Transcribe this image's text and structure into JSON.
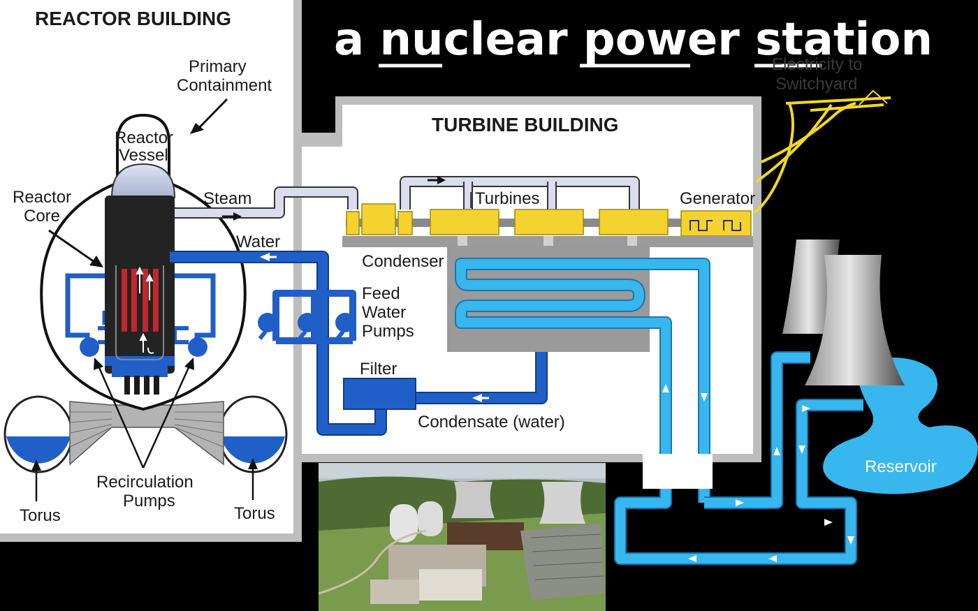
{
  "title": {
    "w1": "a ",
    "w2": "nu",
    "w3": "clear ",
    "w4": "pow",
    "w5": "er ",
    "w6": "sta",
    "w7": "tion"
  },
  "reactor_building": {
    "heading": "REACTOR BUILDING",
    "primary_containment": [
      "Primary",
      "Containment"
    ],
    "reactor_vessel": [
      "Reactor",
      "Vessel"
    ],
    "reactor_core": [
      "Reactor",
      "Core"
    ],
    "steam": "Steam",
    "water": "Water",
    "recirculation_pumps": [
      "Recirculation",
      "Pumps"
    ],
    "torus_left": "Torus",
    "torus_right": "Torus"
  },
  "turbine_building": {
    "heading": "TURBINE BUILDING",
    "turbines": "Turbines",
    "generator": "Generator",
    "condenser": "Condenser",
    "feed_water_pumps": [
      "Feed",
      "Water",
      "Pumps"
    ],
    "filter": "Filter",
    "condensate": "Condensate (water)"
  },
  "outside": {
    "switchyard": [
      "Electricity to",
      "Switchyard"
    ],
    "reservoir": "Reservoir"
  },
  "colors": {
    "background": "#000000",
    "building": "#ffffff",
    "wall": "#bfbfbf",
    "water_pipe": "#1f5fc7",
    "cooling_pipe": "#38b6ee",
    "steam_pipe": "#d9dded",
    "turbine": "#f4d32f",
    "fuel_rod": "#c1272d",
    "power_line": "#f2d91c"
  }
}
